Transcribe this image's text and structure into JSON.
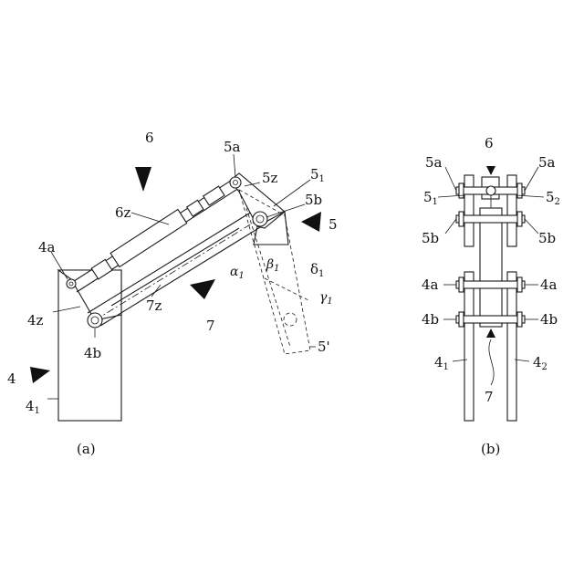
{
  "views": {
    "a": {
      "caption": "(a)",
      "labels": {
        "six": "6",
        "five_a": "5a",
        "five_z": "5z",
        "five_1": "5",
        "five_1_sub": "1",
        "five_b": "5b",
        "six_z": "6z",
        "five": "5",
        "four_a": "4a",
        "alpha": "α",
        "alpha_sub": "1",
        "beta": "β",
        "beta_sub": "1",
        "delta": "δ",
        "delta_sub": "1",
        "gamma": "γ",
        "gamma_sub": "1",
        "four_z": "4z",
        "seven_z": "7z",
        "seven": "7",
        "four_b": "4b",
        "five_prime": "5'",
        "four": "4",
        "four_1": "4",
        "four_1_sub": "1"
      }
    },
    "b": {
      "caption": "(b)",
      "labels": {
        "six": "6",
        "five_a_left": "5a",
        "five_a_right": "5a",
        "five_1": "5",
        "five_1_sub": "1",
        "five_2": "5",
        "five_2_sub": "2",
        "five_b_left": "5b",
        "five_b_right": "5b",
        "four_a_left": "4a",
        "four_a_right": "4a",
        "four_b_left": "4b",
        "four_b_right": "4b",
        "four_1": "4",
        "four_1_sub": "1",
        "four_2": "4",
        "four_2_sub": "2",
        "seven": "7"
      }
    }
  }
}
